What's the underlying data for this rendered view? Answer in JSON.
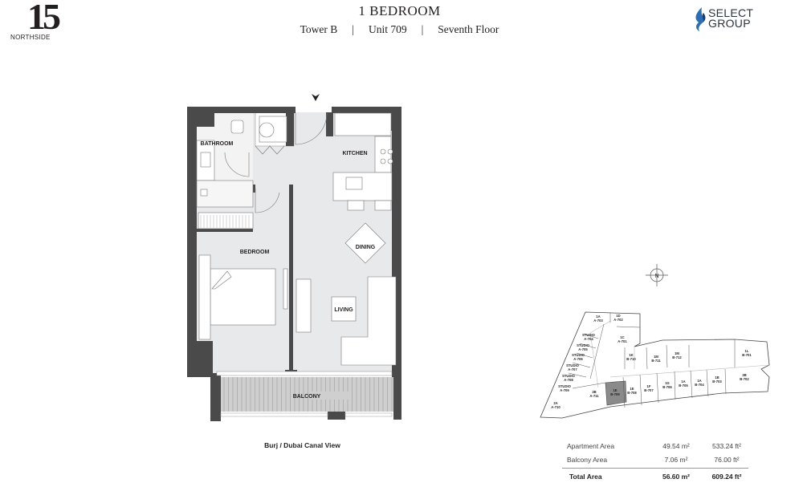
{
  "header": {
    "title": "1 BEDROOM",
    "tower": "Tower B",
    "unit": "Unit 709",
    "floor": "Seventh Floor",
    "separator": "|"
  },
  "brand": {
    "project_number": "15",
    "project_name": "NORTHSIDE",
    "developer_line1": "SELECT",
    "developer_line2": "GROUP",
    "developer_color": "#2a6fb5"
  },
  "plan": {
    "rooms": [
      "BATHROOM",
      "KITCHEN",
      "DINING",
      "BEDROOM",
      "LIVING",
      "BALCONY"
    ],
    "entry_icon": "entry-arrow-icon",
    "view_caption": "Burj / Dubai Canal View",
    "compass_label": "N"
  },
  "keyplan": {
    "highlight_color": "#8a8a8a",
    "units": [
      {
        "type": "1A",
        "code": "A-703"
      },
      {
        "type": "1D",
        "code": "A-702"
      },
      {
        "type": "1C",
        "code": "A-701"
      },
      {
        "type": "STUDIO",
        "code": "A-704"
      },
      {
        "type": "STUDIO",
        "code": "A-705"
      },
      {
        "type": "STUDIO",
        "code": "A-706"
      },
      {
        "type": "STUDIO",
        "code": "A-707"
      },
      {
        "type": "STUDIO",
        "code": "A-708"
      },
      {
        "type": "STUDIO",
        "code": "A-709"
      },
      {
        "type": "1K",
        "code": "B-710"
      },
      {
        "type": "1M",
        "code": "B-711"
      },
      {
        "type": "1M",
        "code": "B-712"
      },
      {
        "type": "1L",
        "code": "B-701"
      },
      {
        "type": "2B",
        "code": "B-702"
      },
      {
        "type": "1B",
        "code": "B-703"
      },
      {
        "type": "1A",
        "code": "B-704"
      },
      {
        "type": "1A",
        "code": "B-705"
      },
      {
        "type": "1G",
        "code": "B-706"
      },
      {
        "type": "1F",
        "code": "B-707"
      },
      {
        "type": "1E",
        "code": "B-708"
      },
      {
        "type": "1E",
        "code": "B-709",
        "highlighted": true
      },
      {
        "type": "2B",
        "code": "A-711"
      },
      {
        "type": "2A",
        "code": "A-710"
      }
    ]
  },
  "areas": {
    "rows": [
      {
        "label": "Apartment Area",
        "sqm": "49.54 m²",
        "sqft": "533.24 ft²"
      },
      {
        "label": "Balcony Area",
        "sqm": "7.06 m²",
        "sqft": "76.00 ft²"
      }
    ],
    "total": {
      "label": "Total Area",
      "sqm": "56.60 m²",
      "sqft": "609.24 ft²"
    }
  }
}
